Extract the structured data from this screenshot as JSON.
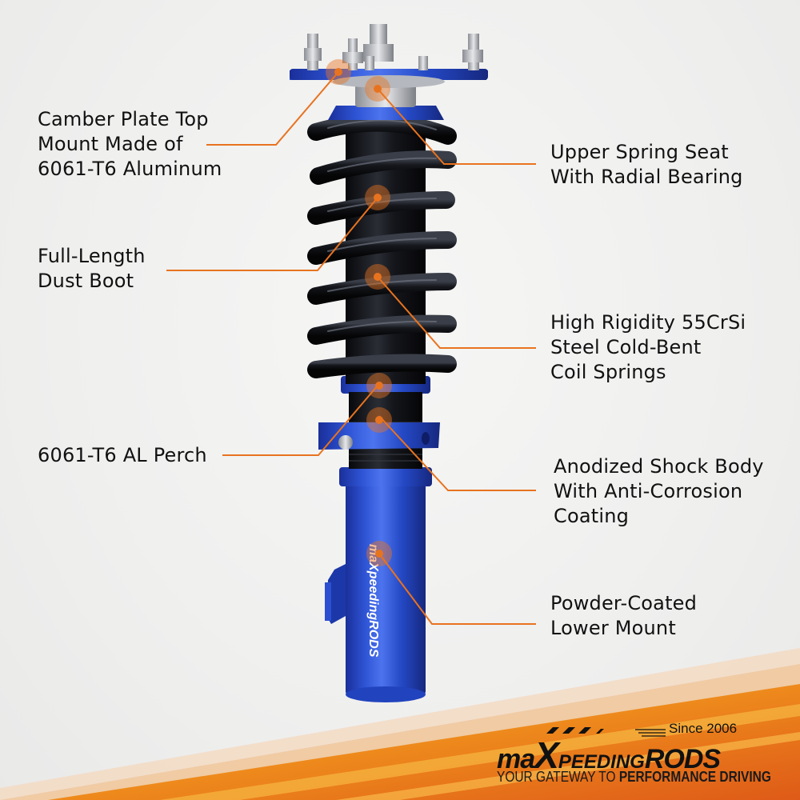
{
  "callouts": [
    {
      "id": "camber-plate",
      "lines": [
        "Camber Plate Top",
        "Mount Made of",
        "6061-T6 Aluminum"
      ],
      "side": "left"
    },
    {
      "id": "upper-spring-seat",
      "lines": [
        "Upper Spring Seat",
        "With Radial Bearing"
      ],
      "side": "right"
    },
    {
      "id": "dust-boot",
      "lines": [
        "Full-Length",
        "Dust Boot"
      ],
      "side": "left"
    },
    {
      "id": "coil-springs",
      "lines": [
        "High Rigidity 55CrSi",
        "Steel Cold-Bent",
        "Coil Springs"
      ],
      "side": "right"
    },
    {
      "id": "al-perch",
      "lines": [
        "6061-T6 AL Perch"
      ],
      "side": "left"
    },
    {
      "id": "shock-body",
      "lines": [
        "Anodized Shock Body",
        "With Anti-Corrosion",
        "Coating"
      ],
      "side": "right"
    },
    {
      "id": "lower-mount",
      "lines": [
        "Powder-Coated",
        "Lower Mount"
      ],
      "side": "right"
    }
  ],
  "product": {
    "body_text": "maXpeedingRODS"
  },
  "brand": {
    "since": "Since 2006",
    "name_prefix": "ma",
    "name_x": "X",
    "name_mid": "PEEDING",
    "name_suffix": "RODS",
    "tagline_light": "YOUR GATEWAY TO ",
    "tagline_bold": "PERFORMANCE DRIVING"
  },
  "colors": {
    "accent_orange": "#e8731f",
    "product_blue": "#1f3fb4",
    "spring_black": "#111318",
    "text": "#111111"
  }
}
